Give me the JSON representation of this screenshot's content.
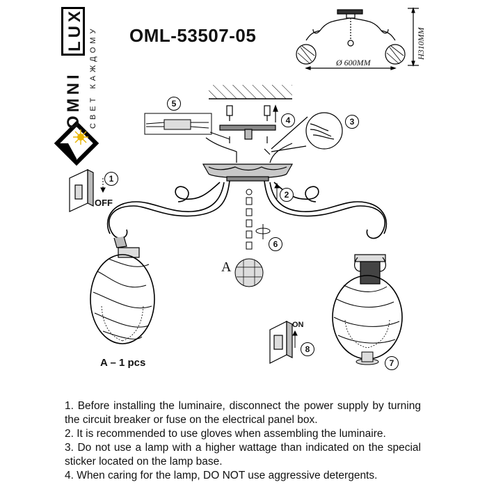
{
  "brand": {
    "name_part1": "OMNI",
    "name_part2": "LUX",
    "tagline": "СВЕТ КАЖДОМУ"
  },
  "model": "OML-53507-05",
  "dimensions": {
    "diameter": "Ø 600MM",
    "height": "H310MM"
  },
  "labels": {
    "off": "OFF",
    "on": "ON",
    "part_a": "A",
    "quantity": "A – 1 pcs"
  },
  "steps": [
    "1",
    "2",
    "3",
    "4",
    "5",
    "6",
    "7",
    "8"
  ],
  "instructions": [
    "1. Before installing the luminaire, disconnect the power supply by turning the circuit breaker or fuse on the electrical panel box.",
    "2. It is recommended to use gloves when assembling the luminaire.",
    "3. Do not use a lamp with a higher wattage than indicated on the special sticker located on the lamp base.",
    "4. When caring for the lamp, DO NOT use aggressive detergents."
  ]
}
